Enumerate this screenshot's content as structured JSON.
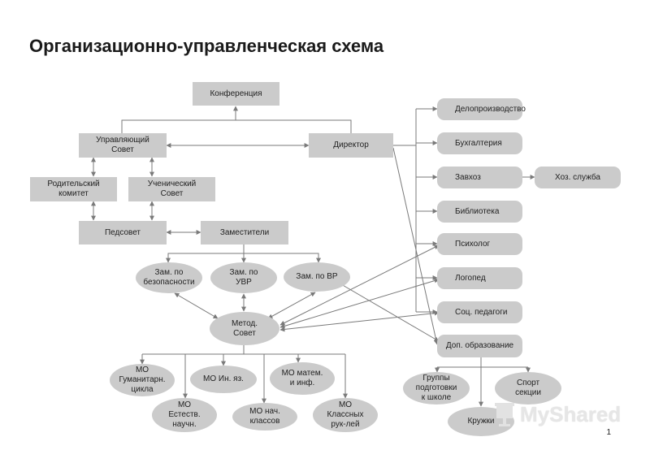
{
  "title": "Организационно-управленческая схема",
  "page_number": "1",
  "watermark": "MyShared",
  "colors": {
    "node_fill": "#cbcbcb",
    "line": "#7a7a7a",
    "text": "#222222"
  },
  "nodes": {
    "konferenciya": "Конференция",
    "upravl_sovet": "Управляющий\nСовет",
    "direktor": "Директор",
    "roditelsky": "Родительский\nкомитет",
    "uchenichesky": "Ученический\nСовет",
    "pedsovet": "Педсовет",
    "zamestiteli": "Заместители",
    "zam_bez": "Зам. по\nбезопасности",
    "zam_uvr": "Зам. по\nУВР",
    "zam_vr": "Зам. по ВР",
    "metod_sovet": "Метод.\nСовет",
    "mo_gum": "МО\nГуманитарн.\nцикла",
    "mo_in": "МО Ин. яз.",
    "mo_matem": "МО  матем.\nи инф.",
    "mo_est": "МО\nЕстеств.\nнаучн.",
    "mo_nach": "МО  нач.\nклассов",
    "mo_klass": "МО\nКлассных\nрук-лей",
    "deloproizv": "Делопроизводство",
    "buhgalteria": "Бухгалтерия",
    "zavhoz": "Завхоз",
    "hoz_sluzhba": "Хоз. служба",
    "biblioteka": "Библиотека",
    "psiholog": "Психолог",
    "logoped": "Логопед",
    "soc_pedagog": "Соц. педагоги",
    "dop_obraz": "Доп. образование",
    "gruppy": "Группы\nподготовки\nк школе",
    "sport": "Спорт\nсекции",
    "kruzhki": "Кружки"
  }
}
